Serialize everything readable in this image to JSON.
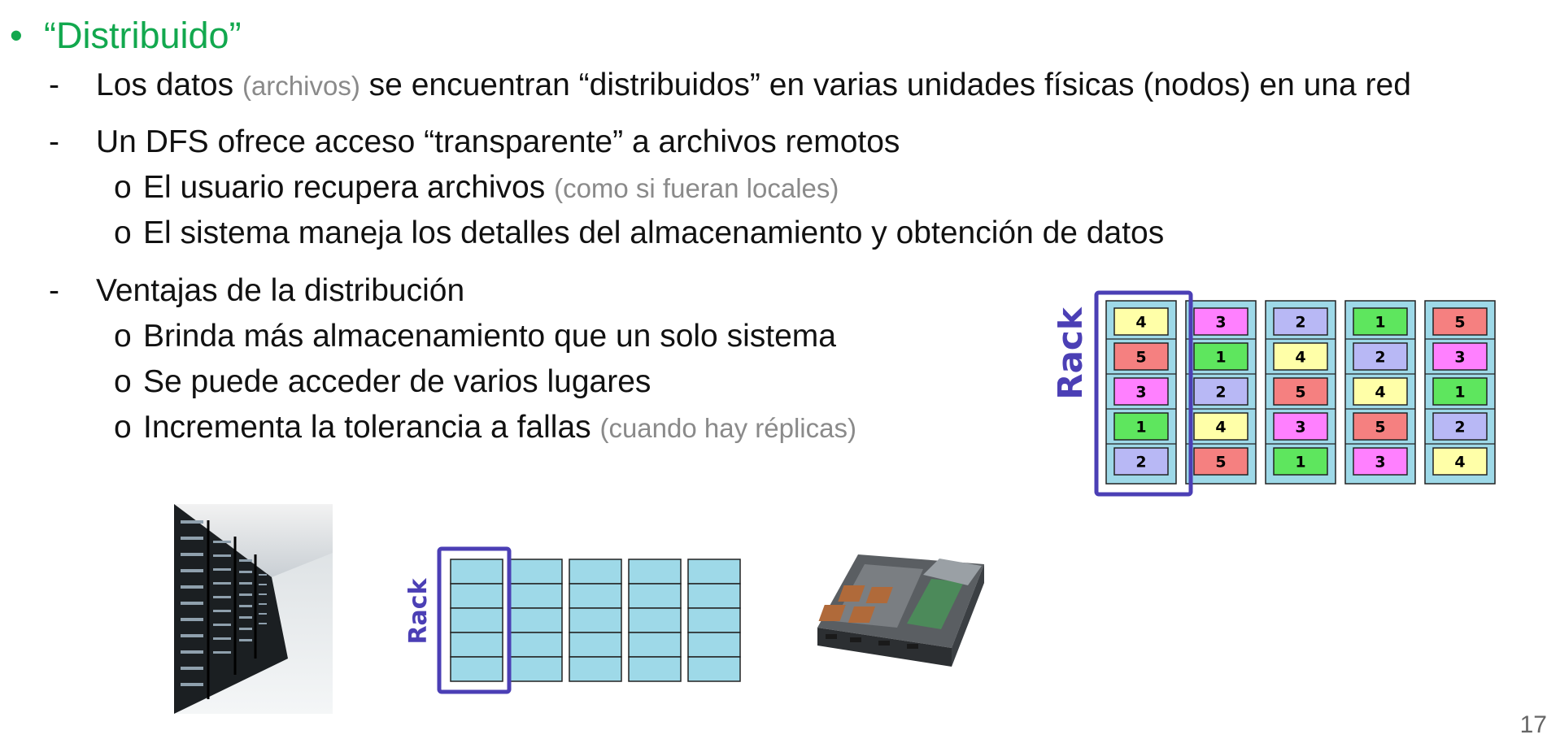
{
  "title": "“Distribuido”",
  "bullets": [
    {
      "marker": "-",
      "text": "Los datos ",
      "note": "(archivos)",
      "tail": " se encuentran “distribuidos” en varias unidades físicas (nodos) en una red"
    },
    {
      "marker": "-",
      "text": "Un DFS ofrece acceso “transparente” a archivos remotos",
      "sub": [
        {
          "marker": "o",
          "text": "El usuario recupera archivos ",
          "note": "(como si fueran locales)"
        },
        {
          "marker": "o",
          "text": "El sistema maneja los detalles del almacenamiento y obtención de datos"
        }
      ]
    },
    {
      "marker": "-",
      "text": "Ventajas de la distribución",
      "sub": [
        {
          "marker": "o",
          "text": "Brinda más almacenamiento que un solo sistema"
        },
        {
          "marker": "o",
          "text": "Se puede acceder de varios lugares"
        },
        {
          "marker": "o",
          "text": "Incrementa la tolerancia a fallas ",
          "note": "(cuando hay réplicas)"
        }
      ]
    }
  ],
  "rack_diagram": {
    "label": "Rack",
    "columns": [
      [
        "4",
        "5",
        "3",
        "1",
        "2"
      ],
      [
        "3",
        "1",
        "2",
        "4",
        "5"
      ],
      [
        "2",
        "4",
        "5",
        "3",
        "1"
      ],
      [
        "1",
        "2",
        "4",
        "5",
        "3"
      ],
      [
        "5",
        "3",
        "1",
        "2",
        "4"
      ]
    ],
    "colors": {
      "1": "#5ee65e",
      "2": "#b8b8f5",
      "3": "#ff80ff",
      "4": "#ffffa8",
      "5": "#f58080",
      "rack_bg": "#9ed9e8",
      "rack_border": "#4b3fb5"
    }
  },
  "small_rack_label": "Rack",
  "page_number": "17"
}
